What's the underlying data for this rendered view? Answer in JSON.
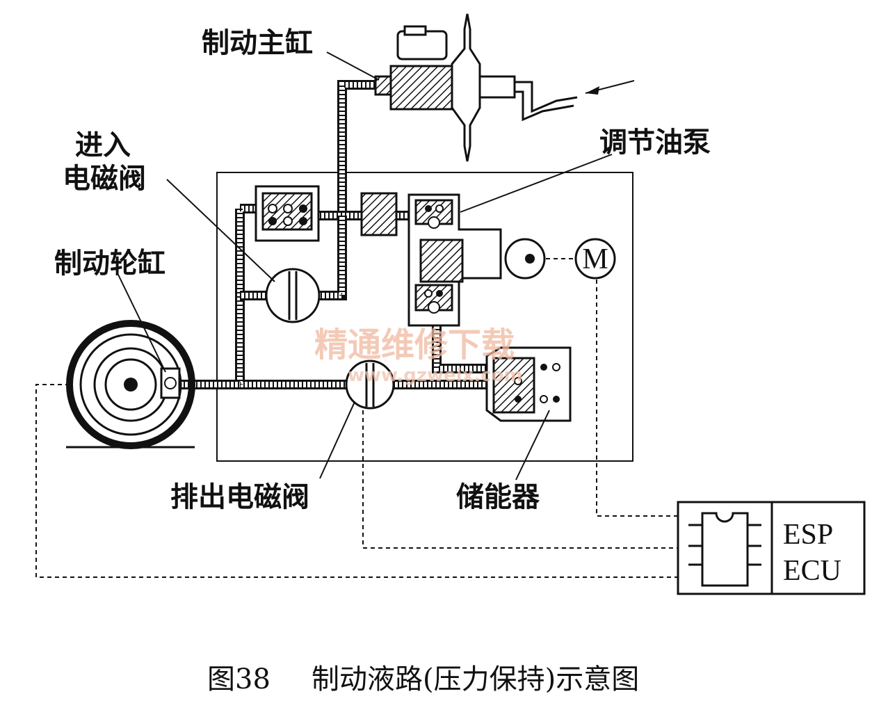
{
  "labels": {
    "master_cylinder": "制动主缸",
    "inlet_valve_line1": "进入",
    "inlet_valve_line2": "电磁阀",
    "pump": "调节油泵",
    "wheel_cylinder": "制动轮缸",
    "outlet_valve": "排出电磁阀",
    "accumulator": "储能器",
    "motor": "M",
    "ecu_line1": "ESP",
    "ecu_line2": "ECU"
  },
  "caption": {
    "figure_no": "图38",
    "title": "制动液路(压力保持)示意图"
  },
  "watermark": {
    "text": "精通维修下载",
    "url": "www.gzweix.com"
  },
  "colors": {
    "ink": "#111111",
    "watermark": "#f0b9a0"
  }
}
